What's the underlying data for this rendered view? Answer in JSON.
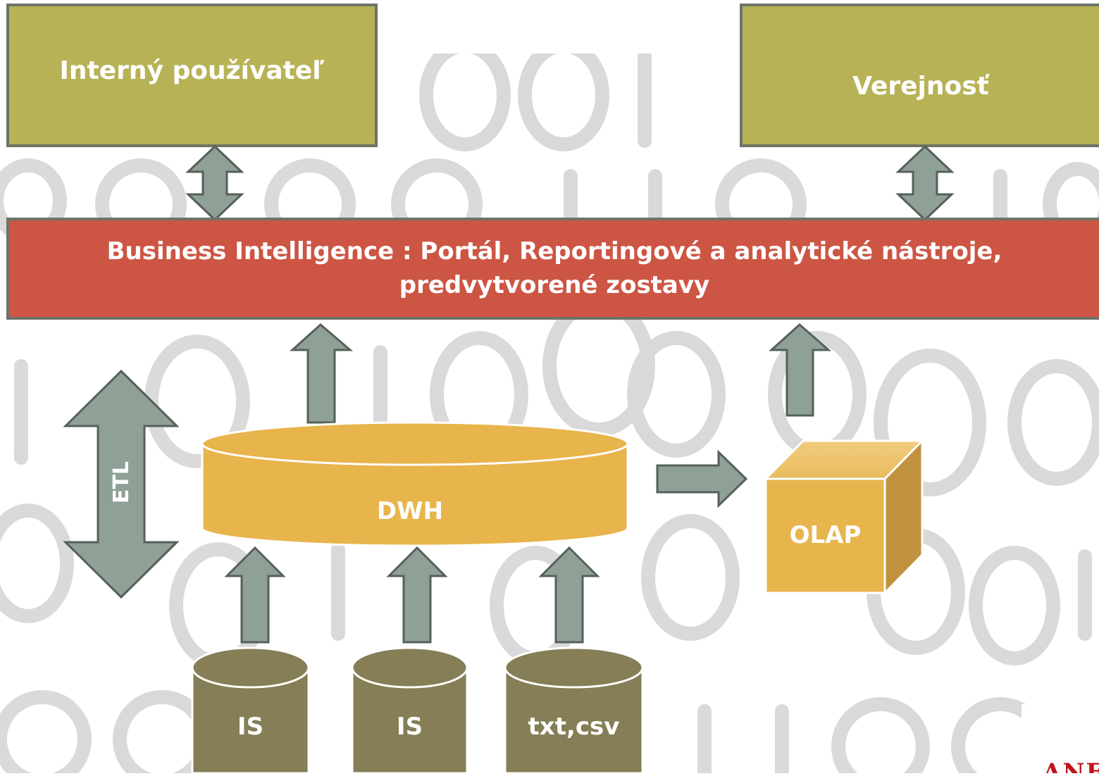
{
  "colors": {
    "box_olive": "#b7b255",
    "box_border": "#6e7368",
    "bi_red": "#cd5544",
    "arrow_fill": "#8fa096",
    "arrow_stroke": "#55605a",
    "dwh_gold": "#e8b44c",
    "source_dark_olive": "#857e56",
    "background_digits": "#d9d9d9",
    "logo_red": "#c0121a"
  },
  "nodes": {
    "internal_user": "Interný používateľ",
    "public": "Verejnosť",
    "bi_line1": "Business Intelligence : Portál, Reportingové a analytické nástroje,",
    "bi_line2": "predvytvorené zostavy",
    "dwh": "DWH",
    "etl": "ETL",
    "olap": "OLAP",
    "source_1": "IS",
    "source_2": "IS",
    "source_3": "txt,csv"
  },
  "logo": "ANEXT"
}
